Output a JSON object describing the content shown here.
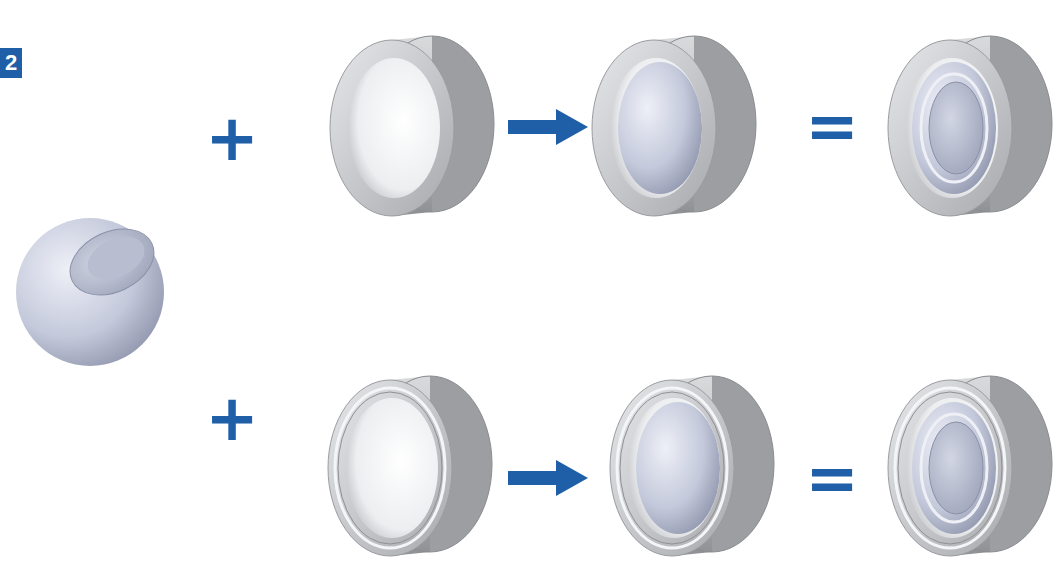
{
  "diagram": {
    "nodes": [
      {
        "text": [
          "2"
        ]
      }
    ],
    "labels": [
      "+",
      "=",
      "+",
      "="
    ]
  }
}
